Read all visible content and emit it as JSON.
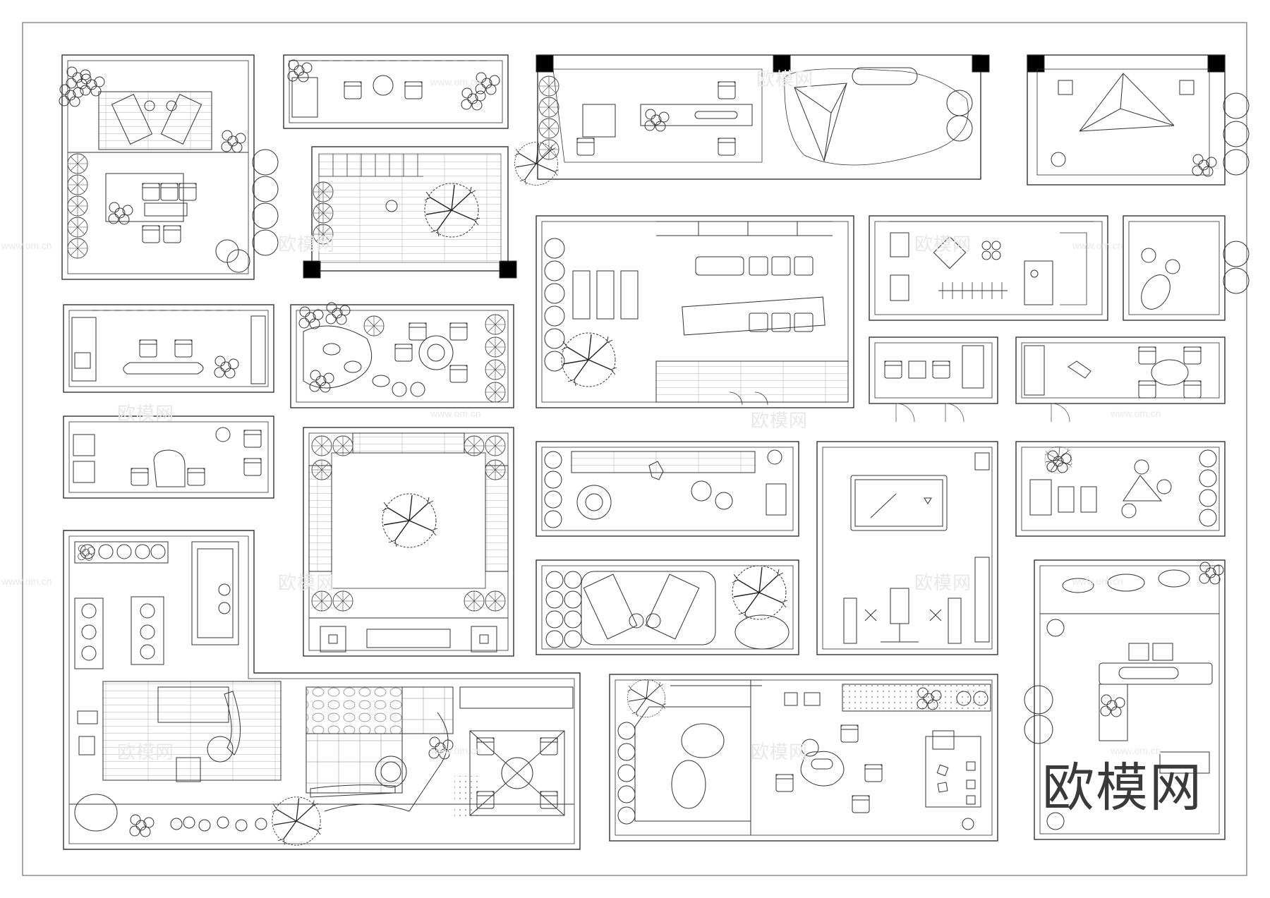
{
  "brand": {
    "text": "欧模网"
  },
  "watermark": {
    "text": "欧模网",
    "url": "www.om.cn"
  },
  "diagram": {
    "kind": "landscape-plan-collection",
    "line_color": "#333333",
    "background": "#ffffff",
    "plans": [
      {
        "id": "plan-terrace-lounge",
        "content": [
          "deck",
          "lounge-chairs",
          "dining-set",
          "tree",
          "planters"
        ]
      },
      {
        "id": "plan-balcony-strip",
        "content": [
          "armchairs",
          "round-table",
          "shrub"
        ]
      },
      {
        "id": "plan-garden-bar",
        "content": [
          "bar-counter",
          "stools",
          "shade-sail",
          "pet-play"
        ]
      },
      {
        "id": "plan-shade-sail-yard",
        "content": [
          "shade-sail",
          "planters"
        ]
      },
      {
        "id": "plan-stair-deck",
        "content": [
          "stairs",
          "deck",
          "large-tree"
        ]
      },
      {
        "id": "plan-courtyard-bar",
        "content": [
          "sun-loungers",
          "bar-table",
          "stools",
          "tree",
          "deck"
        ]
      },
      {
        "id": "plan-pet-balcony",
        "content": [
          "shelving",
          "counter"
        ]
      },
      {
        "id": "plan-small-balcony-round",
        "content": [
          "lounge-chair",
          "round-rug"
        ]
      },
      {
        "id": "plan-sitting-balcony",
        "content": [
          "armchairs",
          "coffee-table",
          "plants"
        ]
      },
      {
        "id": "plan-garden-stones",
        "content": [
          "stepping-stones",
          "round-table",
          "chairs",
          "planters"
        ]
      },
      {
        "id": "plan-dining-balcony",
        "content": [
          "chairs",
          "round-table",
          "planters"
        ]
      },
      {
        "id": "plan-study-balcony",
        "content": [
          "desk",
          "chairs",
          "armchairs"
        ]
      },
      {
        "id": "plan-central-tree-court",
        "content": [
          "large-tree",
          "benches",
          "planters"
        ]
      },
      {
        "id": "plan-lounge-deck",
        "content": [
          "person",
          "daybed",
          "round-tables"
        ]
      },
      {
        "id": "plan-games-room",
        "content": [
          "pool-table",
          "gym-bench",
          "weights"
        ]
      },
      {
        "id": "plan-tea-balcony",
        "content": [
          "tree",
          "round-table",
          "chairs"
        ]
      },
      {
        "id": "plan-pool-deck",
        "content": [
          "sun-loungers",
          "tree",
          "planters"
        ]
      },
      {
        "id": "plan-rooftop-garden",
        "content": [
          "planters",
          "deck",
          "path",
          "pergola",
          "lawn"
        ]
      },
      {
        "id": "plan-rooftop-games",
        "content": [
          "rugs",
          "round-table",
          "chairs",
          "sofa"
        ]
      },
      {
        "id": "plan-bar-terrace",
        "content": [
          "bar-counter",
          "stools",
          "umbrella",
          "plants"
        ]
      }
    ]
  }
}
